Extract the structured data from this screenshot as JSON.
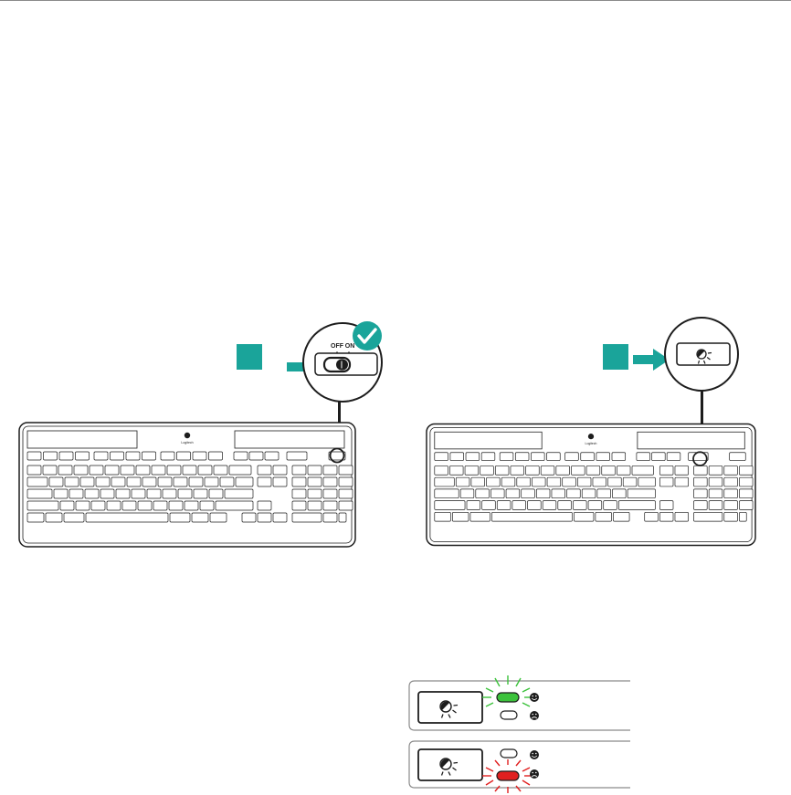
{
  "switch_labels": {
    "off": "OFF",
    "on": "ON"
  },
  "keyboard_logo_text": "Logitech",
  "icons": {
    "check": "check-icon",
    "light": "light-meter-icon",
    "happy": "happy-face-icon",
    "sad": "sad-face-icon",
    "arrow": "arrow-right-icon"
  },
  "colors": {
    "accent": "#1aa49a",
    "led_green": "#3cc23c",
    "led_red": "#e02020",
    "outline": "#1d1d1d"
  }
}
